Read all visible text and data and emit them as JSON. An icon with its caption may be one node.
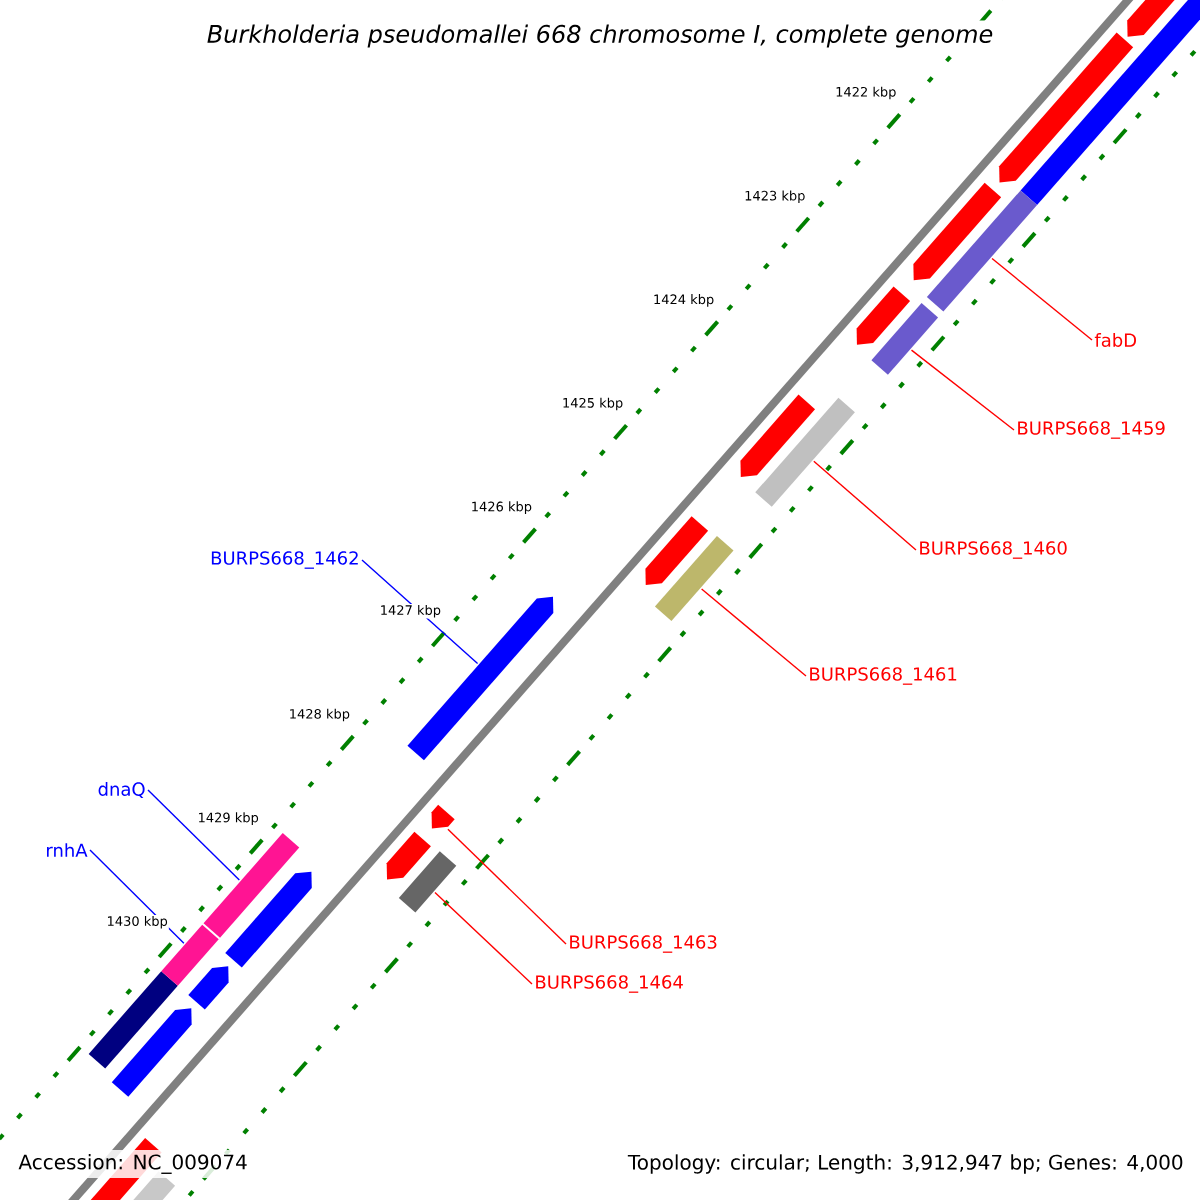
{
  "diagram": {
    "title": "Burkholderia pseudomallei 668 chromosome I, complete genome",
    "nodes": [
      {
        "text": [
          "fabD"
        ]
      },
      {
        "text": [
          "BURPS668_1459"
        ]
      },
      {
        "text": [
          "BURPS668_1460"
        ]
      },
      {
        "text": [
          "BURPS668_1462"
        ]
      },
      {
        "text": [
          "BURPS668_1461"
        ]
      },
      {
        "text": [
          "dnaQ"
        ]
      },
      {
        "text": [
          "rnhA"
        ]
      },
      {
        "text": [
          "BURPS668_1463"
        ]
      },
      {
        "text": [
          "BURPS668_1464"
        ]
      },
      {
        "text": [],
        "shape": "bar"
      },
      {
        "text": [],
        "shape": "bar"
      },
      {
        "text": [],
        "shape": "bar"
      },
      {
        "text": [],
        "shape": "bar"
      },
      {
        "text": [],
        "shape": "bar"
      },
      {
        "text": [],
        "shape": "bar"
      },
      {
        "text": [],
        "shape": "bar"
      },
      {
        "text": [],
        "shape": "bar"
      },
      {
        "text": [],
        "shape": "bar"
      },
      {
        "text": [],
        "shape": "bar"
      }
    ],
    "edges": [
      {
        "from": 0,
        "to": 10,
        "arrow": "none"
      },
      {
        "from": 1,
        "to": 11,
        "arrow": "none"
      },
      {
        "from": 2,
        "to": 12,
        "arrow": "none"
      },
      {
        "from": 3,
        "to": 14,
        "arrow": "none",
        "color": "#0000ff"
      },
      {
        "from": 4,
        "to": 13,
        "arrow": "none"
      },
      {
        "from": 5,
        "to": 17,
        "arrow": "none",
        "color": "#0000ff"
      },
      {
        "from": 6,
        "to": 18,
        "arrow": "none",
        "color": "#0000ff"
      },
      {
        "from": 7,
        "to": 15,
        "arrow": "none"
      },
      {
        "from": 8,
        "to": 16,
        "arrow": "none"
      }
    ],
    "labels": [
      "1422 kbp",
      "1423 kbp",
      "1424 kbp",
      "1425 kbp",
      "1426 kbp",
      "1427 kbp",
      "1428 kbp",
      "1429 kbp",
      "1430 kbp",
      "Accession: NC_009074",
      "Topology: circular; Length: 3,912,947 bp; Genes: 4,000"
    ]
  }
}
